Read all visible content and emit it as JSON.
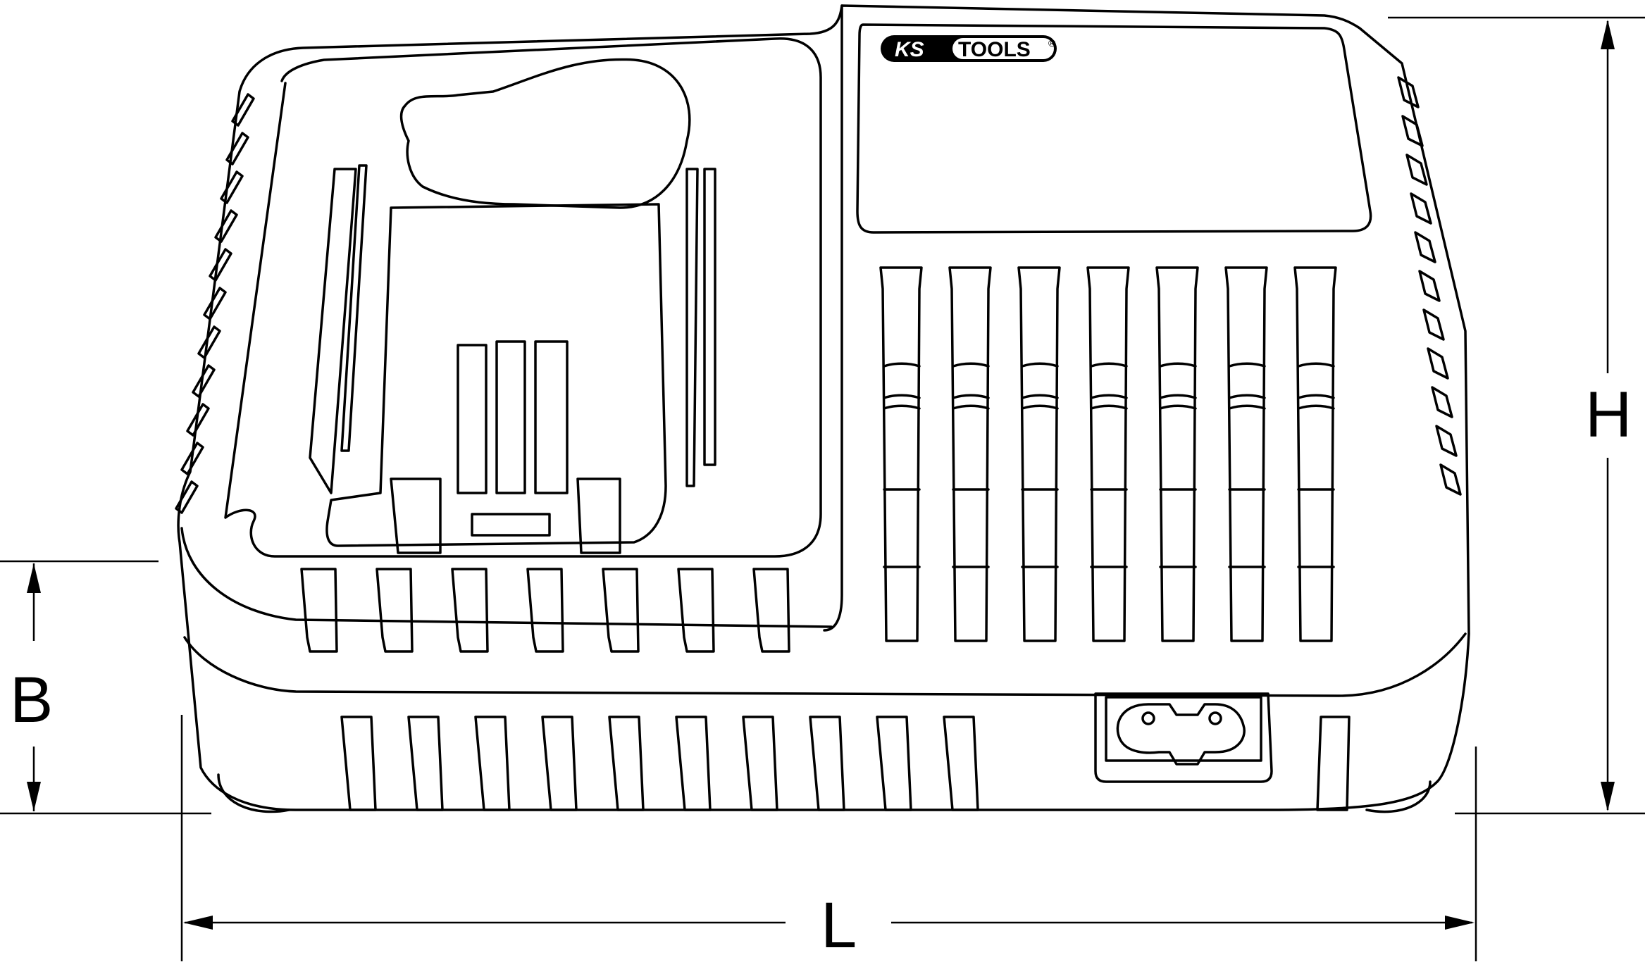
{
  "brand": {
    "name_a": "KS",
    "name_b": "TOOLS",
    "mark": "®"
  },
  "dimensions": {
    "height_label": "H",
    "base_label": "B",
    "length_label": "L"
  },
  "icons": {
    "arrow": "arrow-head-icon",
    "socket": "power-socket-icon"
  },
  "colors": {
    "line": "#000000",
    "background": "#ffffff"
  }
}
